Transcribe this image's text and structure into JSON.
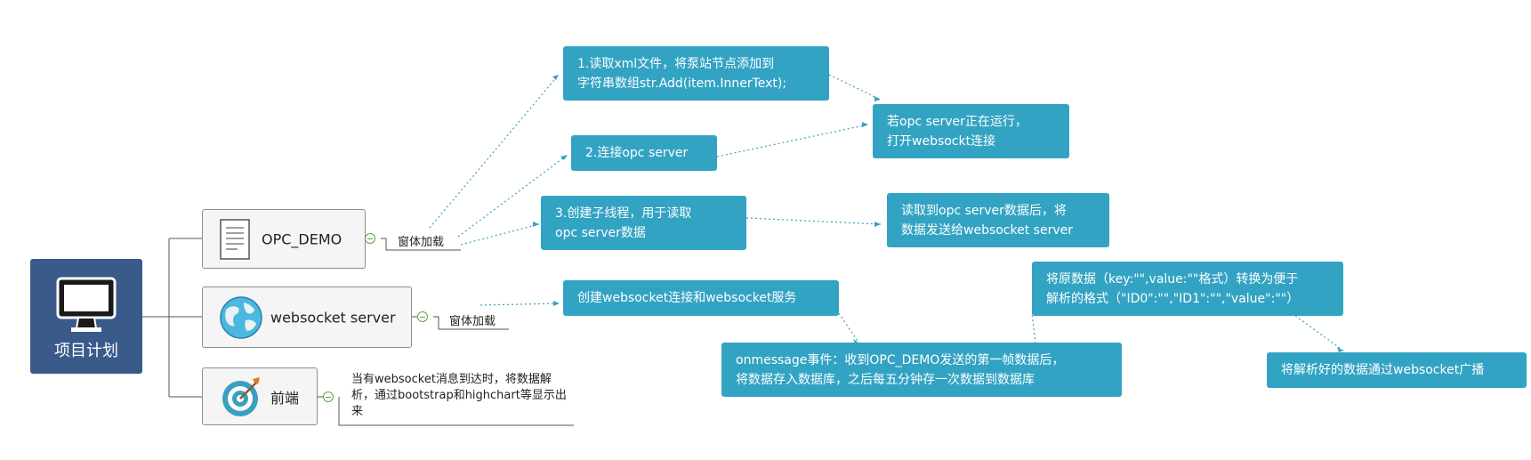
{
  "root": {
    "label": "项目计划",
    "icon": "monitor-icon"
  },
  "branches": [
    {
      "id": "opc",
      "label": "OPC_DEMO",
      "icon": "document-icon",
      "sub_label": "窗体加载"
    },
    {
      "id": "ws",
      "label": "websocket server",
      "icon": "globe-icon",
      "sub_label": "窗体加载"
    },
    {
      "id": "fe",
      "label": "前端",
      "icon": "target-icon",
      "note": "当有websocket消息到达时，将数据解析，通过bootstrap和highchart等显示出来"
    }
  ],
  "steps": {
    "opc_1": "1.读取xml文件，将泵站节点添加到\n字符串数组str.Add(item.InnerText);",
    "opc_2": "2.连接opc server",
    "opc_3": "3.创建子线程，用于读取\nopc server数据",
    "opc_2_next": "若opc server正在运行，\n打开websockt连接",
    "opc_3_next": "读取到opc server数据后，将\n数据发送给websocket server",
    "ws_1": "创建websocket连接和websocket服务",
    "ws_2": "onmessage事件：收到OPC_DEMO发送的第一帧数据后，\n将数据存入数据库，之后每五分钟存一次数据到数据库",
    "ws_3": "将原数据（key:\"\",value:\"\"格式）转换为便于\n解析的格式（\"ID0\":\"\",\"ID1\":\"\",\"value\":\"\"）",
    "ws_4": "将解析好的数据通过websocket广播"
  },
  "colors": {
    "root": "#3a5a8a",
    "box": "#33a3c3",
    "line": "#555555",
    "dotted": "#3aa0c0",
    "collapse": "#5aa442"
  }
}
